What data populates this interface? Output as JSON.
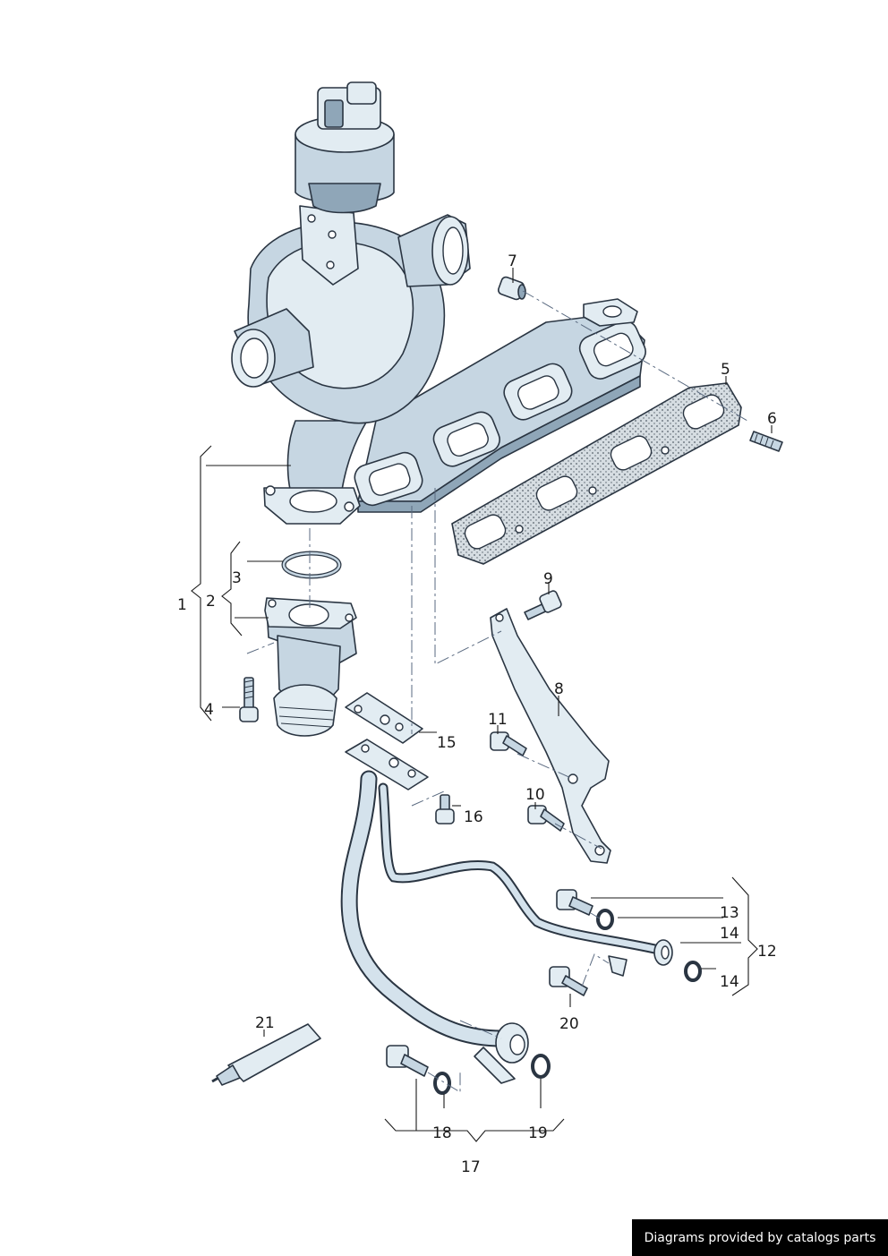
{
  "callouts": {
    "p1": "1",
    "p2": "2",
    "p3": "3",
    "p4": "4",
    "p5": "5",
    "p6": "6",
    "p7": "7",
    "p8": "8",
    "p9": "9",
    "p10": "10",
    "p11": "11",
    "p12": "12",
    "p13": "13",
    "p14a": "14",
    "p14b": "14",
    "p15": "15",
    "p16": "16",
    "p17": "17",
    "p18": "18",
    "p19": "19",
    "p20": "20",
    "p21": "21"
  },
  "watermark": "Diagrams provided by catalogs parts",
  "colors": {
    "part_fill": "#c6d6e2",
    "part_fill_light": "#e2ecf2",
    "part_shadow": "#8fa6b8",
    "outline": "#2a3542",
    "watermark_bg": "#000000"
  }
}
